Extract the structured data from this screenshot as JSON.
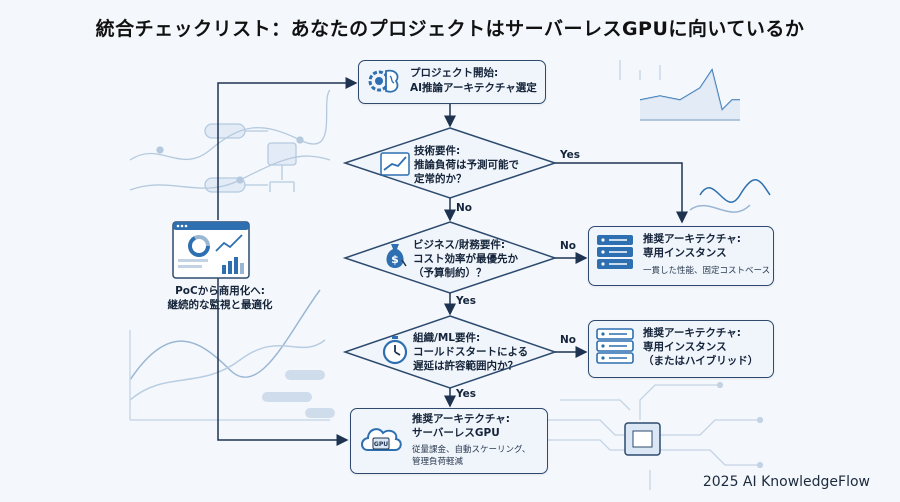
{
  "title": "統合チェックリスト：あなたのプロジェクトはサーバーレスGPUに向いているか",
  "start": {
    "line1": "プロジェクト開始:",
    "line2": "AI推論アーキテクチャ選定"
  },
  "decisions": [
    {
      "text": "技術要件:\n推論負荷は予測可能で\n定常的か？"
    },
    {
      "text": "ビジネス/財務要件:\nコスト効率が最優先か\n（予算制約）？"
    },
    {
      "text": "組織/ML要件:\nコールドスタートによる\n遅延は許容範囲内か？"
    }
  ],
  "edge_labels": {
    "yes1": "Yes",
    "no1": "No",
    "no2": "No",
    "yes2": "Yes",
    "no3": "No",
    "yes3": "Yes"
  },
  "outcomes": [
    {
      "title": "推奨アーキテクチャ:\n専用インスタンス",
      "sub": "一貫した性能、固定コストベース"
    },
    {
      "title": "推奨アーキテクチャ:\n専用インスタンス\n（またはハイブリッド）",
      "sub": ""
    },
    {
      "title": "推奨アーキテクチャ:\nサーバーレスGPU",
      "sub": "従量課金、自動スケーリング、\n管理負荷軽減"
    }
  ],
  "gpu_chip_label": "GPU",
  "left_label": "PoCから商用化へ:\n継続的な監視と最適化",
  "footer": "2025 AI KnowledgeFlow",
  "colors": {
    "accent": "#2d6fb0",
    "line": "#1e3350",
    "box_bg": "#f0f5fb",
    "deco": "#a9c2dc"
  }
}
